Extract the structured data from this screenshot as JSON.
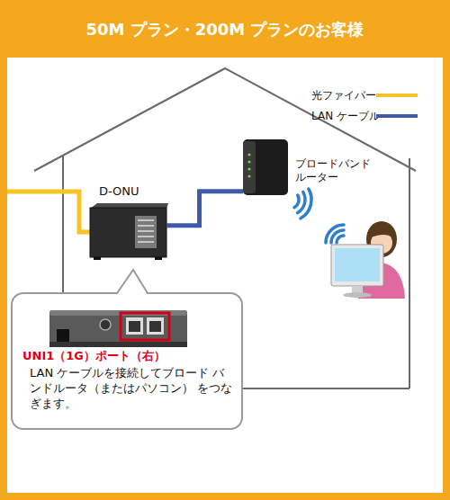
{
  "diagram": {
    "title": "50M プラン・200M プランのお客様",
    "nodes": [
      {
        "text": [
          "D-ONU"
        ]
      },
      {
        "text": [
          "ブロードバンド ルーター"
        ]
      },
      {
        "text": [
          "UNI1（1G）ポート（右）",
          "LAN ケーブルを接続してブロード バンドルータ（またはパソコン） をつなぎます。"
        ]
      }
    ],
    "edges": [
      {
        "from": 0,
        "to": 1,
        "arrow": "none"
      }
    ],
    "legend": [
      {
        "text": "光ファイバー"
      },
      {
        "text": "LAN ケーブル"
      }
    ]
  }
}
